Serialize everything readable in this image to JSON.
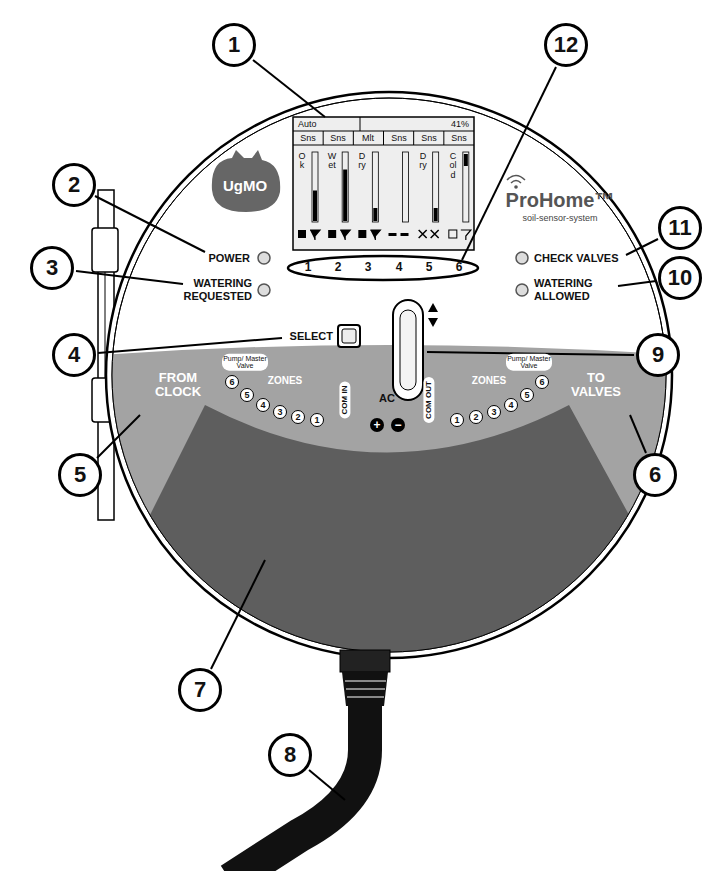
{
  "diagram": {
    "labels": [
      "1",
      "12",
      "UgMO",
      "Auto",
      "41%",
      "Sns",
      "Sns",
      "Mlt",
      "Sns",
      "Sns",
      "Sns",
      "Ok",
      "Wet",
      "Dry",
      "Dry",
      "Cold",
      "1",
      "2",
      "3",
      "4",
      "5",
      "6",
      "ProHome™",
      "soil-sensor-system",
      "2",
      "POWER",
      "CHECK VALVES",
      "11",
      "3",
      "WATERING REQUESTED",
      "WATERING ALLOWED",
      "10",
      "4",
      "SELECT",
      "9",
      "FROM CLOCK",
      "Pump/ Master Valve",
      "ZONES",
      "6",
      "5",
      "4",
      "3",
      "2",
      "1",
      "COM IN",
      "AC",
      "+",
      "−",
      "COM OUT",
      "1",
      "2",
      "3",
      "4",
      "5",
      "6",
      "ZONES",
      "Pump/ Master Valve",
      "TO VALVES",
      "5",
      "6",
      "7",
      "8"
    ]
  }
}
